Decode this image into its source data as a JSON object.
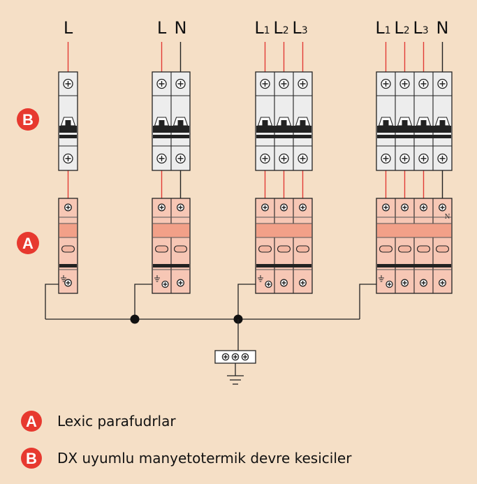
{
  "colors": {
    "background": "#f5dfc6",
    "badge": "#e7392f",
    "phase_wire": "#e23b35",
    "neutral_wire": "#222222",
    "breaker_body": "#ededed",
    "arrester_body": "#f7c7b5",
    "arrester_band": "#f2a088"
  },
  "icons": {
    "terminal": "terminal-screw-icon",
    "ground": "ground-icon",
    "junction": "junction-dot-icon"
  },
  "groups": [
    {
      "id": "g1",
      "labels": [
        {
          "main": "L",
          "sub": ""
        }
      ],
      "neutral": false
    },
    {
      "id": "g2",
      "labels": [
        {
          "main": "L",
          "sub": ""
        },
        {
          "main": "N",
          "sub": ""
        }
      ],
      "neutral": true
    },
    {
      "id": "g3",
      "labels": [
        {
          "main": "L",
          "sub": "1"
        },
        {
          "main": "L",
          "sub": "2"
        },
        {
          "main": "L",
          "sub": "3"
        }
      ],
      "neutral": false
    },
    {
      "id": "g4",
      "labels": [
        {
          "main": "L",
          "sub": "1"
        },
        {
          "main": "L",
          "sub": "2"
        },
        {
          "main": "L",
          "sub": "3"
        },
        {
          "main": "N",
          "sub": ""
        }
      ],
      "neutral": true
    }
  ],
  "arrester_n_marker": "N",
  "side_badges": {
    "b": "B",
    "a": "A"
  },
  "legend": [
    {
      "letter": "A",
      "text": "Lexic parafudrlar"
    },
    {
      "letter": "B",
      "text": "DX uyumlu manyetotermik devre kesiciler"
    }
  ]
}
